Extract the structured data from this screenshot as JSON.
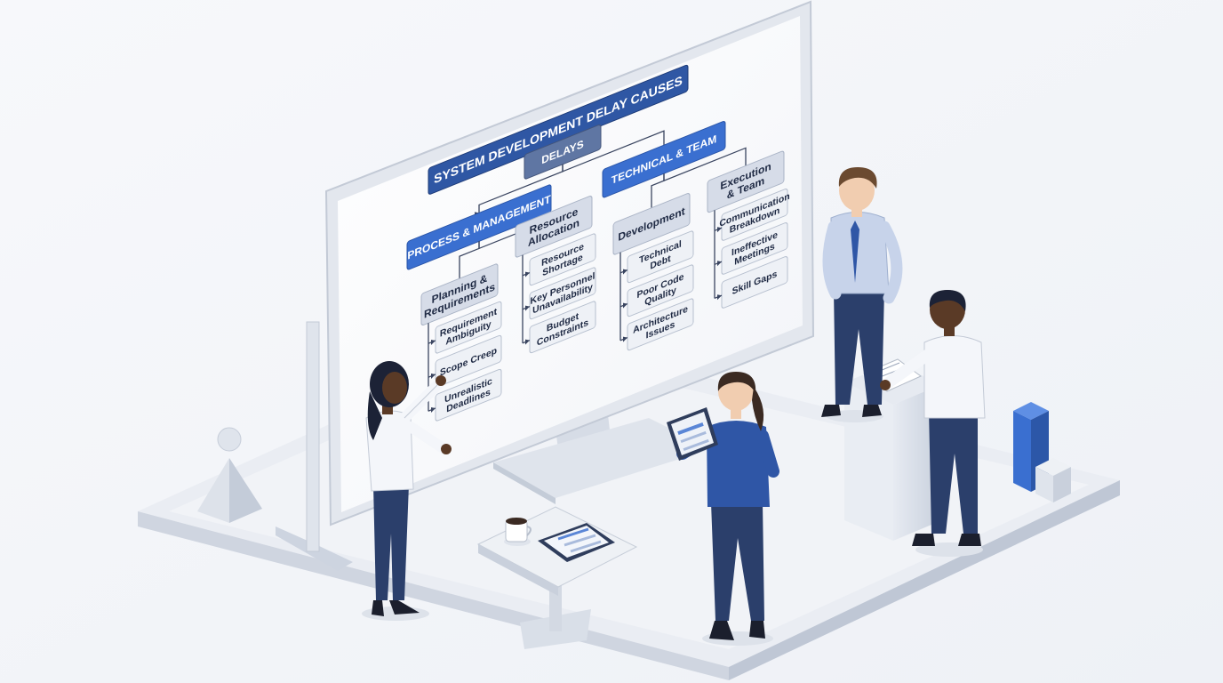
{
  "diagram": {
    "title": "SYSTEM DEVELOPMENT DELAY CAUSES",
    "root": "DELAYS",
    "branches": [
      {
        "label": "PROCESS & MANAGEMENT",
        "groups": [
          {
            "label": [
              "Planning &",
              "Requirements"
            ],
            "items": [
              [
                "Requirement",
                "Ambiguity"
              ],
              [
                "Scope Creep"
              ],
              [
                "Unrealistic",
                "Deadlines"
              ]
            ]
          },
          {
            "label": [
              "Resource",
              "Allocation"
            ],
            "items": [
              [
                "Resource",
                "Shortage"
              ],
              [
                "Key Personnel",
                "Unavailability"
              ],
              [
                "Budget",
                "Constraints"
              ]
            ]
          }
        ]
      },
      {
        "label": "TECHNICAL & TEAM",
        "groups": [
          {
            "label": [
              "Development"
            ],
            "items": [
              [
                "Technical",
                "Debt"
              ],
              [
                "Poor Code",
                "Quality"
              ],
              [
                "Architecture",
                "Issues"
              ]
            ]
          },
          {
            "label": [
              "Execution",
              "& Team"
            ],
            "items": [
              [
                "Communication",
                "Breakdown"
              ],
              [
                "Ineffective",
                "Meetings"
              ],
              [
                "Skill Gaps"
              ]
            ]
          }
        ]
      }
    ]
  },
  "colors": {
    "title_fill": "#2f57a4",
    "branch_fill": "#3a6fd0",
    "root_fill": "#5f76a3",
    "group_fill": "#d6dce8",
    "item_fill": "#eef1f6",
    "text_dark": "#1f2a44",
    "text_light": "#ffffff",
    "suit_blue": "#2f56a6",
    "navy": "#2b3f6b"
  },
  "icons": [
    "pyramid-sculpture-icon",
    "sphere-sculpture-icon",
    "coffee-cup-icon",
    "tablet-icon",
    "document-icon",
    "bar-block-icon"
  ]
}
